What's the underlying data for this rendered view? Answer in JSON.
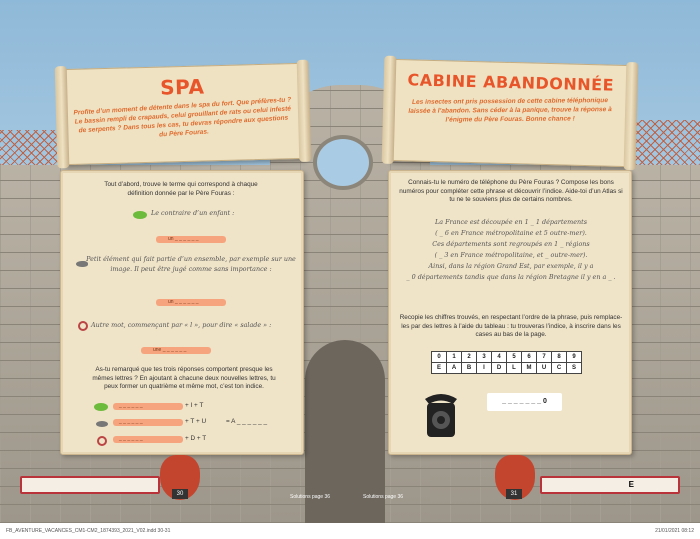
{
  "left": {
    "title": "SPA",
    "intro": "Profite d’un moment de détente dans le spa du fort. Que préfères-tu ? Le bassin rempli de crapauds, celui grouillant de rats ou celui infesté de serpents ? Dans tous les cas, tu devras répondre aux questions du Père Fouras.",
    "q0": "Tout d’abord, trouve le terme qui correspond à chaque définition donnée par le Père Fouras :",
    "def1": "Le contraire d’un enfant :",
    "def2": "Petit élément qui fait partie d’un ensemble, par exemple sur une image. Il peut être jugé comme sans importance :",
    "def3": "Autre mot, commençant par « l », pour dire « salade » :",
    "ans1": "un _ _ _ _ _ _",
    "ans2": "un _ _ _ _ _ _",
    "ans3": "une _ _ _ _ _ _",
    "q2": "As-tu remarqué que tes trois réponses comportent presque les mêmes lettres ? En ajoutant à chacune deux nouvelles lettres, tu peux former un quatrième et même mot, c’est ton indice.",
    "blank": "_ _ _ _ _ _",
    "plus1": "+ I + T",
    "plus2": "+ T + U",
    "plus3": "+ D + T",
    "result": "= A _ _ _ _ _ _",
    "page": "30",
    "solutions": "Solutions page 36"
  },
  "right": {
    "title": "CABINE ABANDONNÉE",
    "intro": "Les insectes ont pris possession de cette cabine téléphonique laissée à l’abandon. Sans céder à la panique, trouve la réponse à l’énigme du Père Fouras. Bonne chance !",
    "q0": "Connais-tu le numéro de téléphone du Père Fouras ? Compose les bons numéros pour compléter cette phrase et découvrir l’indice. Aide-toi d’un Atlas si tu ne te souviens plus de certains nombres.",
    "riddle": [
      "La France est découpée en 1 _ 1 départements",
      "( _ 6 en France métropolitaine et 5 outre-mer).",
      "Ces départements sont regroupés en 1 _ régions",
      "( _ 3 en France métropolitaine, et _ outre-mer).",
      "Ainsi, dans la région Grand Est, par exemple, il y a",
      "_ 0 départements tandis que dans la région Bretagne il y en a _ ."
    ],
    "q1": "Recopie les chiffres trouvés, en respectant l’ordre de la phrase, puis remplace-les par des lettres à l’aide du tableau : tu trouveras l’indice, à inscrire dans les cases au bas de la page.",
    "digits": [
      "0",
      "1",
      "2",
      "3",
      "4",
      "5",
      "6",
      "7",
      "8",
      "9"
    ],
    "letters": [
      "E",
      "A",
      "B",
      "I",
      "D",
      "L",
      "M",
      "U",
      "C",
      "S"
    ],
    "phone": "_ _ _ _ _ _ _ 0",
    "answer_box": "E",
    "page": "31",
    "solutions": "Solutions page 36"
  },
  "footer": {
    "left": "FB_AVENTURE_VACANCES_CM1-CM2_1874393_2021_V02.indd 30-31",
    "right": "21/01/2021 08:12"
  },
  "colors": {
    "accent": "#e9552a",
    "parchment": "#efe3c8",
    "sky": "#a9cbe3",
    "answer": "#f6a47e"
  }
}
